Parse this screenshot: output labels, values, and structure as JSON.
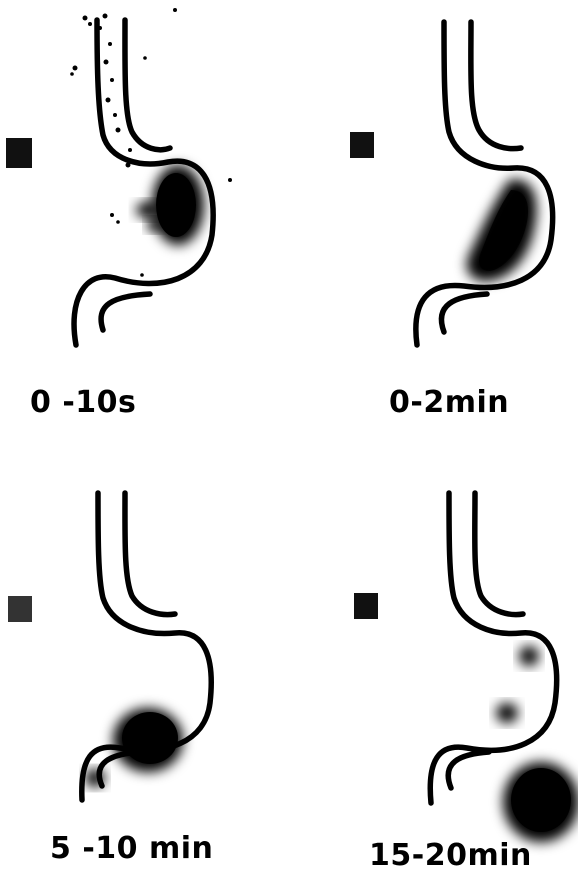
{
  "panels": [
    {
      "time_label": "0 -10s"
    },
    {
      "time_label": "0-2min"
    },
    {
      "time_label": "5 -10 min"
    },
    {
      "time_label": "15-20min"
    }
  ],
  "colors": {
    "ink": "#000000",
    "background": "#ffffff"
  }
}
